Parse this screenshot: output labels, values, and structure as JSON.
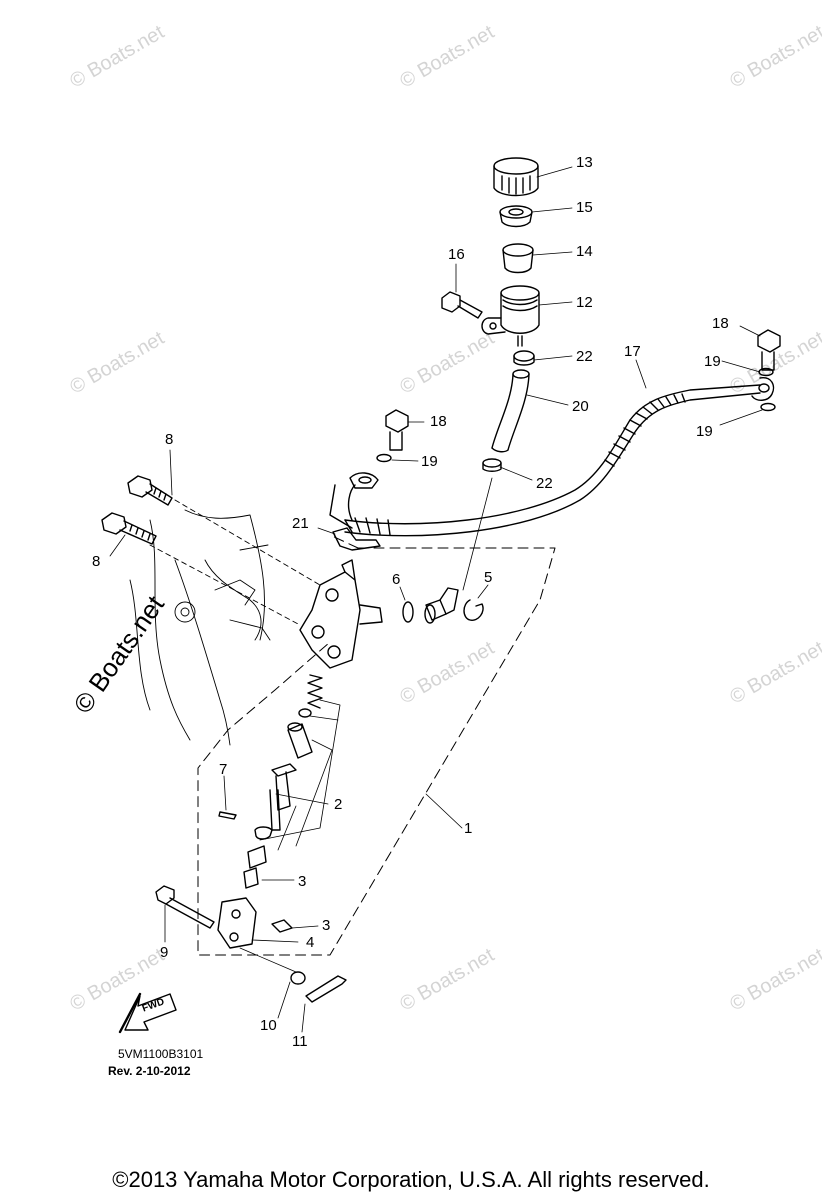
{
  "diagram": {
    "callouts": {
      "c1": "1",
      "c2": "2",
      "c3a": "3",
      "c3b": "3",
      "c4": "4",
      "c5": "5",
      "c6": "6",
      "c7": "7",
      "c8a": "8",
      "c8b": "8",
      "c9": "9",
      "c10": "10",
      "c11": "11",
      "c12": "12",
      "c13": "13",
      "c14": "14",
      "c15": "15",
      "c16": "16",
      "c17": "17",
      "c18a": "18",
      "c18b": "18",
      "c19a": "19",
      "c19b": "19",
      "c19c": "19",
      "c20": "20",
      "c21": "21",
      "c22a": "22",
      "c22b": "22"
    },
    "fwd_label": "FWD",
    "part_code": "5VM1100B3101",
    "revision": "Rev.  2-10-2012"
  },
  "watermark": {
    "small": "© Boats.net",
    "large": "© Boats.net"
  },
  "footer": {
    "copyright": "©2013 Yamaha Motor Corporation, U.S.A. All rights reserved."
  },
  "colors": {
    "line": "#000000",
    "watermark": "#d4d4d4",
    "background": "#ffffff"
  }
}
